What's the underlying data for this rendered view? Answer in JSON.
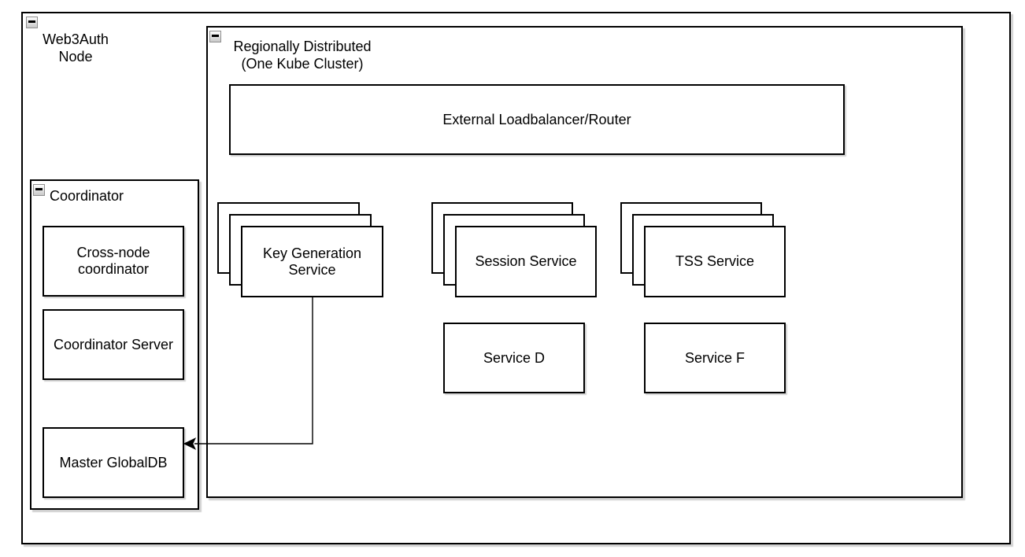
{
  "canvas": {
    "background": "#ffffff",
    "shape_border_color": "#000000",
    "text_color": "#000000"
  },
  "web3auth_node": {
    "label": "Web3Auth\nNode",
    "collapse_icon": "minus",
    "regional_cluster": {
      "label": "Regionally Distributed\n(One Kube Cluster)",
      "collapse_icon": "minus",
      "external_loadbalancer": {
        "label": "External Loadbalancer/Router"
      },
      "service_stacks": [
        {
          "label": "Key Generation\nService",
          "replicas": 3
        },
        {
          "label": "Session Service",
          "replicas": 3
        },
        {
          "label": "TSS Service",
          "replicas": 3
        }
      ],
      "services": [
        {
          "label": "Service D"
        },
        {
          "label": "Service F"
        }
      ]
    },
    "coordinator": {
      "label": "Coordinator",
      "collapse_icon": "minus",
      "components": [
        {
          "label": "Cross-node\ncoordinator"
        },
        {
          "label": "Coordinator Server"
        },
        {
          "label": "Master GlobalDB"
        }
      ]
    },
    "connections": [
      {
        "from": "Key Generation Service",
        "to": "Master GlobalDB",
        "style": "orthogonal-arrow"
      }
    ]
  }
}
